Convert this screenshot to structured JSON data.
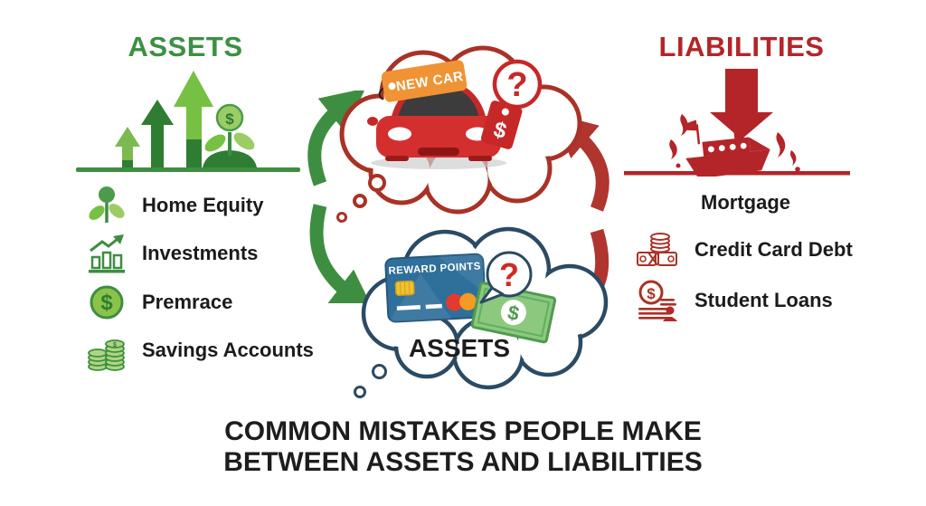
{
  "assets_panel": {
    "title": "ASSETS",
    "currency": "$",
    "items": [
      {
        "label": "Home Equity"
      },
      {
        "label": "Investments"
      },
      {
        "label": "Premrace"
      },
      {
        "label": "Savings Accounts"
      }
    ]
  },
  "liabilities_panel": {
    "title": "LIABILITIES",
    "currency": "$",
    "items": [
      {
        "label": "Mortgage"
      },
      {
        "label": "Credit Card Debt"
      },
      {
        "label": "Student Loans"
      }
    ]
  },
  "thought_top": {
    "tag_label": "NEW CAR",
    "price_symbol": "$",
    "question_mark": "?"
  },
  "thought_bottom": {
    "card_label": "REWARD POINTS",
    "bill_symbol": "$",
    "question_mark": "?",
    "caption": "ASSETS"
  },
  "footer": {
    "line1": "COMMON MISTAKES PEOPLE MAKE",
    "line2": "BETWEEN ASSETS AND LIABILITIES"
  },
  "colors": {
    "asset_green": "#3e8e41",
    "asset_green_light": "#7cb950",
    "liability_red": "#b32528",
    "thought_red_outline": "#a93226",
    "thought_navy_outline": "#2b4a63",
    "card_blue": "#2f6f9b",
    "tag_orange": "#ef9334",
    "bill_green": "#8cc87e",
    "title_text": "#1d1d1d"
  }
}
